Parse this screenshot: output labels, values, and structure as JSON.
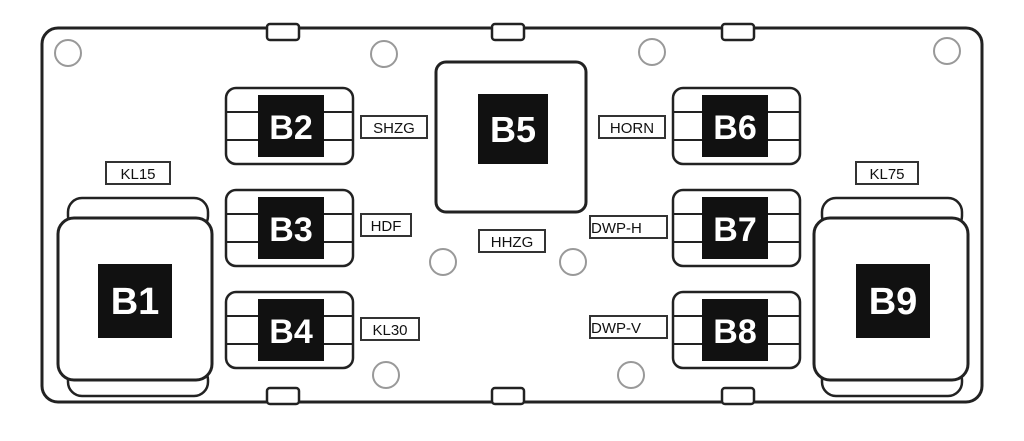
{
  "fuses": {
    "b1": "B1",
    "b2": "B2",
    "b3": "B3",
    "b4": "B4",
    "b5": "B5",
    "b6": "B6",
    "b7": "B7",
    "b8": "B8",
    "b9": "B9"
  },
  "labels": {
    "kl15": "KL15",
    "kl75": "KL75",
    "shzg": "SHZG",
    "hdf": "HDF",
    "kl30": "KL30",
    "hhzg": "HHZG",
    "horn": "HORN",
    "dwp_h": "DWP-H",
    "dwp_v": "DWP-V"
  },
  "colors": {
    "stroke": "#222222",
    "fill_dark": "#111111",
    "fill_light": "#ffffff"
  }
}
